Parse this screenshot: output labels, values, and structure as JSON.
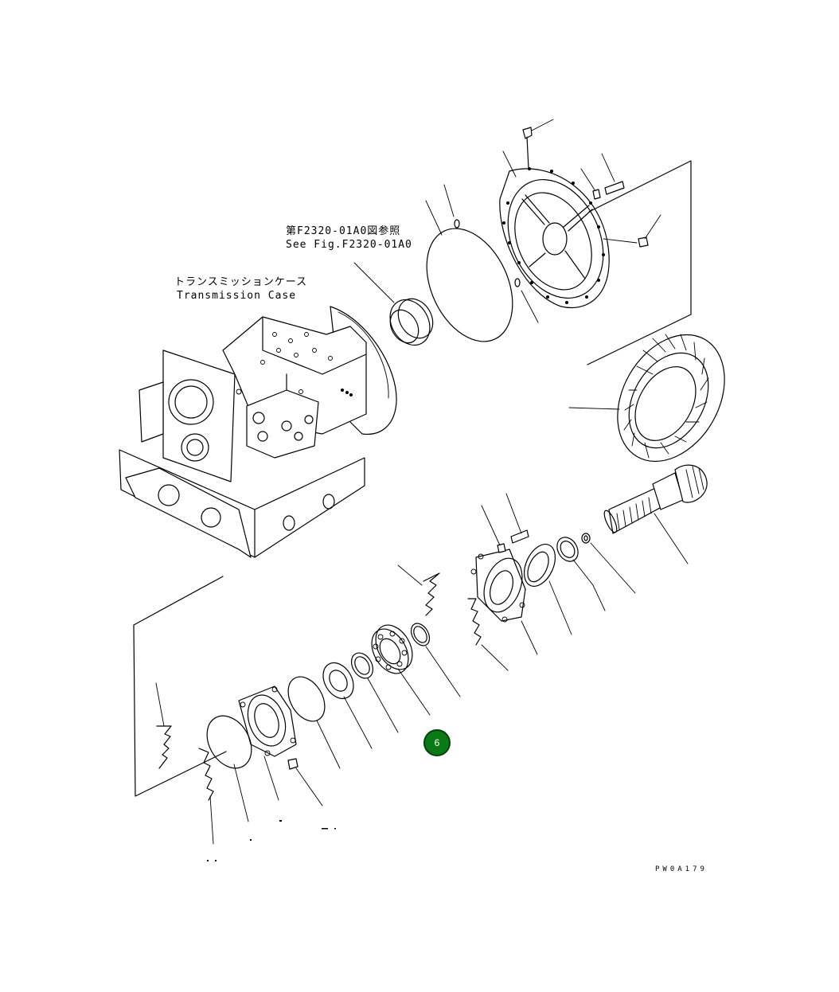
{
  "reference_note": {
    "jp": "第F2320-01A0図参照",
    "en": "See Fig.F2320-01A0"
  },
  "case_label": {
    "jp": "トランスミッションケース",
    "en": "Transmission Case"
  },
  "figure_code": "PW0A179",
  "callout": {
    "number": "6",
    "color": "#0a7a16"
  }
}
